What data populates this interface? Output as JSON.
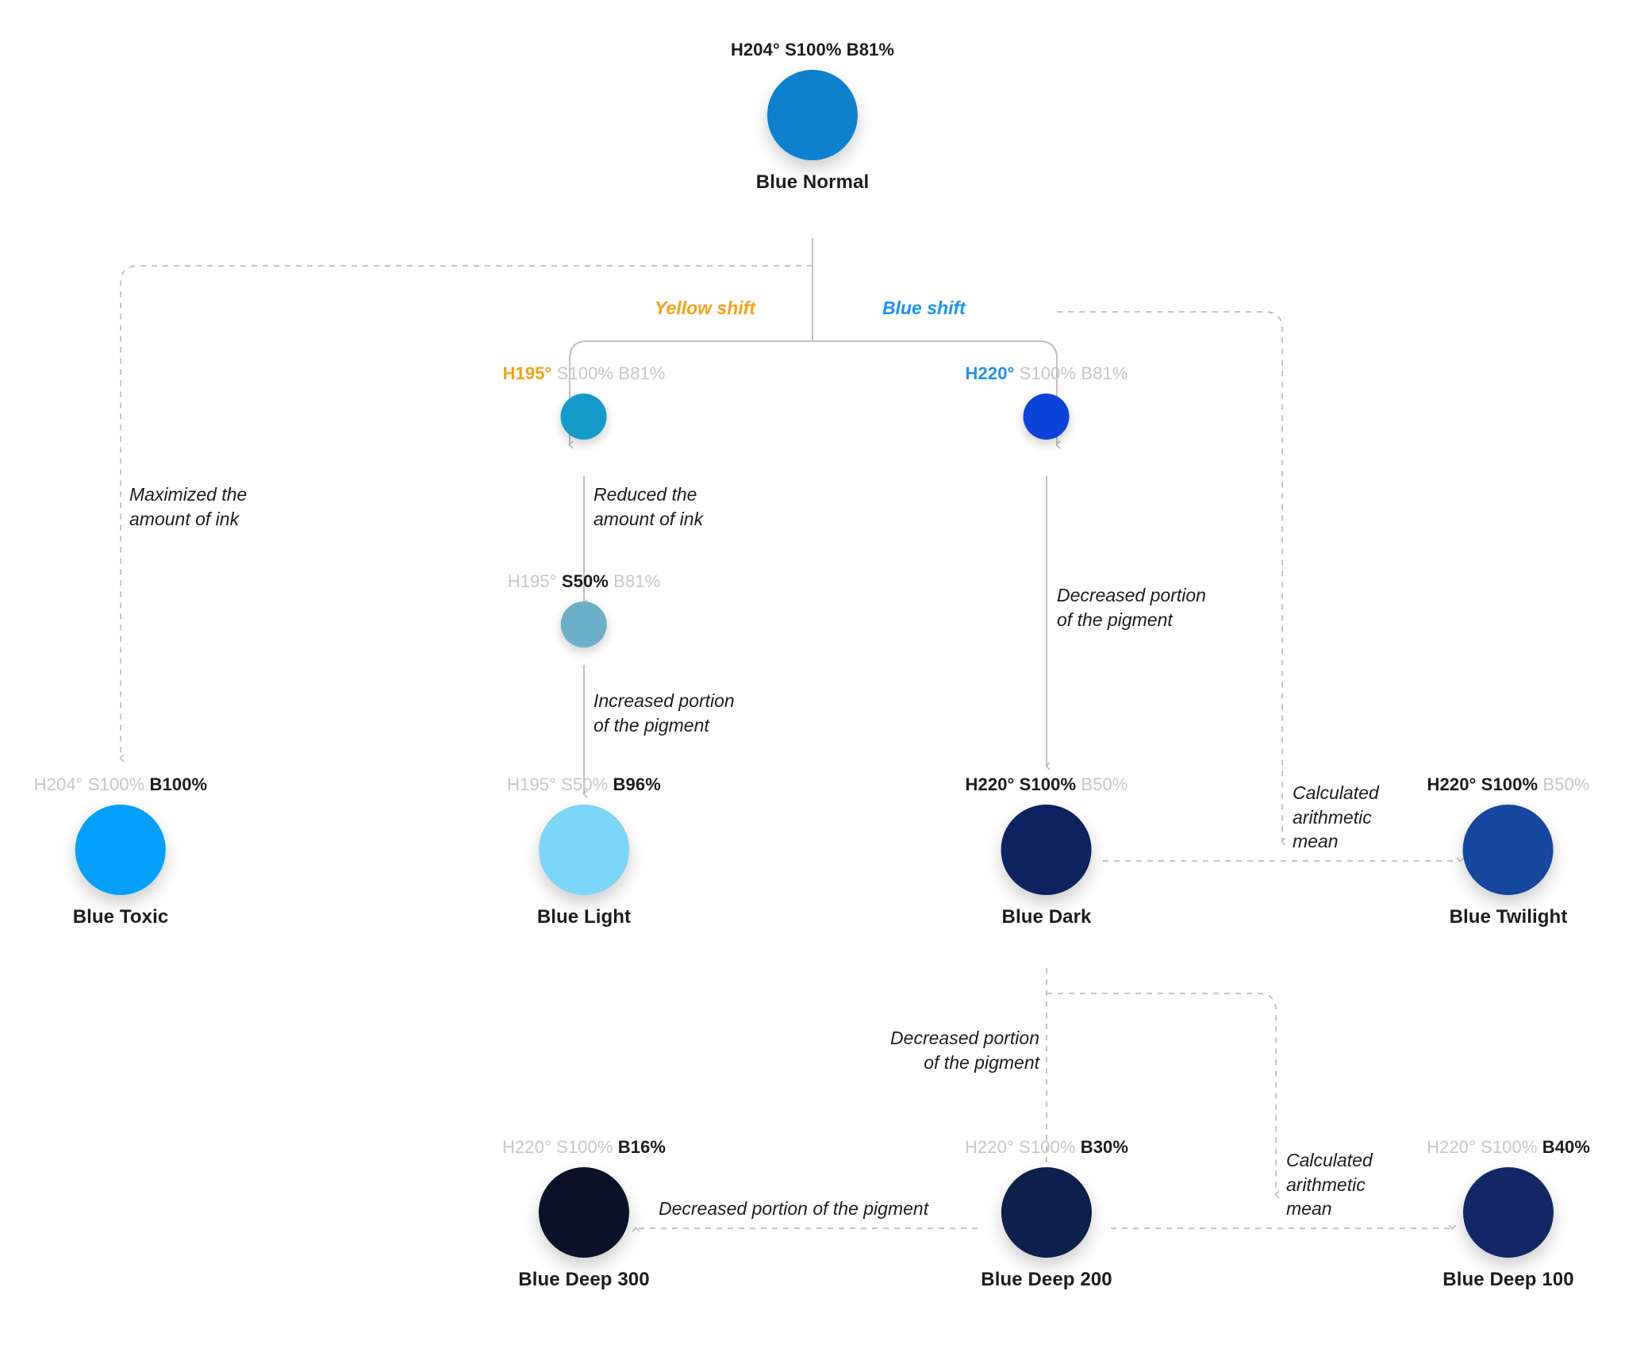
{
  "diagram": {
    "title": "Blue color derivation tree",
    "background": "#ffffff",
    "accent_yellow": "#F5A117",
    "accent_blue": "#1C92F2",
    "connector_color": "#b9b9b9"
  },
  "nodes": [
    {
      "id": "blue-normal",
      "title": "Blue Normal",
      "spec_plain": "H204° S100% B81%",
      "spec_parts": [
        {
          "text": "H204°",
          "emphasis": "dark"
        },
        {
          "text": " S100%",
          "emphasis": "dark"
        },
        {
          "text": " B81%",
          "emphasis": "dark"
        }
      ],
      "color": "#0E81CE",
      "size": 114
    },
    {
      "id": "h195-s100",
      "title": "",
      "spec_plain": "H195° S100% B81%",
      "spec_parts": [
        {
          "text": "H195°",
          "emphasis": "orange"
        },
        {
          "text": " S100%",
          "emphasis": "muted"
        },
        {
          "text": " B81%",
          "emphasis": "muted"
        }
      ],
      "color": "#149BC9",
      "size": 58
    },
    {
      "id": "h220-s100",
      "title": "",
      "spec_plain": "H220° S100% B81%",
      "spec_parts": [
        {
          "text": "H220°",
          "emphasis": "blue"
        },
        {
          "text": " S100%",
          "emphasis": "muted"
        },
        {
          "text": " B81%",
          "emphasis": "muted"
        }
      ],
      "color": "#0B43D8",
      "size": 58
    },
    {
      "id": "h195-s50",
      "title": "",
      "spec_plain": "H195° S50% B81%",
      "spec_parts": [
        {
          "text": "H195°",
          "emphasis": "muted"
        },
        {
          "text": " S50%",
          "emphasis": "dark"
        },
        {
          "text": " B81%",
          "emphasis": "muted"
        }
      ],
      "color": "#6CAFC8",
      "size": 58
    },
    {
      "id": "blue-toxic",
      "title": "Blue Toxic",
      "spec_plain": "H204° S100% B100%",
      "spec_parts": [
        {
          "text": "H204°",
          "emphasis": "muted"
        },
        {
          "text": " S100%",
          "emphasis": "muted"
        },
        {
          "text": " B100%",
          "emphasis": "dark"
        }
      ],
      "color": "#03A0FB",
      "size": 114
    },
    {
      "id": "blue-light",
      "title": "Blue Light",
      "spec_plain": "H195° S50% B96%",
      "spec_parts": [
        {
          "text": "H195°",
          "emphasis": "muted"
        },
        {
          "text": " S50%",
          "emphasis": "muted"
        },
        {
          "text": " B96%",
          "emphasis": "dark"
        }
      ],
      "color": "#7BD5F7",
      "size": 114
    },
    {
      "id": "blue-dark",
      "title": "Blue Dark",
      "spec_plain": "H220° S100% B50%",
      "spec_parts": [
        {
          "text": "H220°",
          "emphasis": "dark"
        },
        {
          "text": " S100%",
          "emphasis": "dark"
        },
        {
          "text": " B50%",
          "emphasis": "muted"
        }
      ],
      "color": "#0C2360",
      "size": 114
    },
    {
      "id": "blue-twilight",
      "title": "Blue Twilight",
      "spec_plain": "H220° S100% B50%",
      "spec_parts": [
        {
          "text": "H220°",
          "emphasis": "dark"
        },
        {
          "text": " S100%",
          "emphasis": "dark"
        },
        {
          "text": " B50%",
          "emphasis": "muted"
        }
      ],
      "color": "#14479D",
      "size": 114
    },
    {
      "id": "blue-deep-300",
      "title": "Blue Deep 300",
      "spec_plain": "H220° S100% B16%",
      "spec_parts": [
        {
          "text": "H220°",
          "emphasis": "muted"
        },
        {
          "text": " S100%",
          "emphasis": "muted"
        },
        {
          "text": " B16%",
          "emphasis": "dark"
        }
      ],
      "color": "#0A1129",
      "size": 114
    },
    {
      "id": "blue-deep-200",
      "title": "Blue Deep 200",
      "spec_plain": "H220° S100% B30%",
      "spec_parts": [
        {
          "text": "H220°",
          "emphasis": "muted"
        },
        {
          "text": " S100%",
          "emphasis": "muted"
        },
        {
          "text": " B30%",
          "emphasis": "dark"
        }
      ],
      "color": "#0C1F4D",
      "size": 114
    },
    {
      "id": "blue-deep-100",
      "title": "Blue Deep 100",
      "spec_plain": "H220° S100% B40%",
      "spec_parts": [
        {
          "text": "H220°",
          "emphasis": "muted"
        },
        {
          "text": " S100%",
          "emphasis": "muted"
        },
        {
          "text": " B40%",
          "emphasis": "dark"
        }
      ],
      "color": "#122866",
      "size": 114
    }
  ],
  "edge_labels": {
    "yellow_shift": "Yellow shift",
    "blue_shift": "Blue shift",
    "maximized_ink": "Maximized the\namount of ink",
    "reduced_ink": "Reduced the\namount of ink",
    "increased_pigment": "Increased portion\nof the pigment",
    "decreased_pigment_dark": "Decreased portion\nof the pigment",
    "calculated_mean_twilight": "Calculated\narithmetic\nmean",
    "decreased_pigment_deep200": "Decreased portion\nof the pigment",
    "decreased_pigment_deep300": "Decreased portion of the pigment",
    "calculated_mean_deep100": "Calculated\narithmetic\nmean"
  }
}
